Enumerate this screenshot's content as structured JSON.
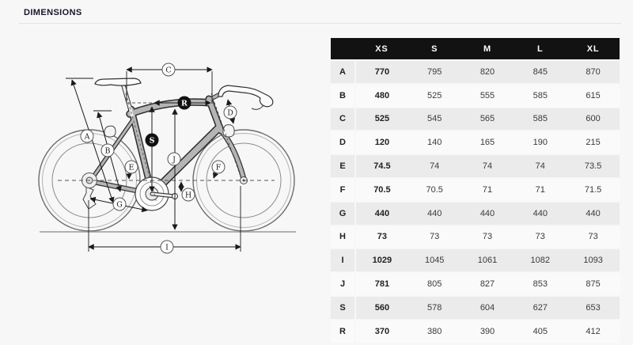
{
  "page": {
    "title": "DIMENSIONS"
  },
  "diagram": {
    "labels": {
      "a": "A",
      "b": "B",
      "c": "C",
      "d": "D",
      "e": "E",
      "f": "F",
      "g": "G",
      "h": "H",
      "i": "I",
      "j": "J",
      "s": "S",
      "r": "R"
    }
  },
  "table": {
    "columns": [
      "XS",
      "S",
      "M",
      "L",
      "XL"
    ],
    "rows": [
      {
        "label": "A",
        "values": [
          "770",
          "795",
          "820",
          "845",
          "870"
        ]
      },
      {
        "label": "B",
        "values": [
          "480",
          "525",
          "555",
          "585",
          "615"
        ]
      },
      {
        "label": "C",
        "values": [
          "525",
          "545",
          "565",
          "585",
          "600"
        ]
      },
      {
        "label": "D",
        "values": [
          "120",
          "140",
          "165",
          "190",
          "215"
        ]
      },
      {
        "label": "E",
        "values": [
          "74.5",
          "74",
          "74",
          "74",
          "73.5"
        ]
      },
      {
        "label": "F",
        "values": [
          "70.5",
          "70.5",
          "71",
          "71",
          "71.5"
        ]
      },
      {
        "label": "G",
        "values": [
          "440",
          "440",
          "440",
          "440",
          "440"
        ]
      },
      {
        "label": "H",
        "values": [
          "73",
          "73",
          "73",
          "73",
          "73"
        ]
      },
      {
        "label": "I",
        "values": [
          "1029",
          "1045",
          "1061",
          "1082",
          "1093"
        ]
      },
      {
        "label": "J",
        "values": [
          "781",
          "805",
          "827",
          "853",
          "875"
        ]
      },
      {
        "label": "S",
        "values": [
          "560",
          "578",
          "604",
          "627",
          "653"
        ]
      },
      {
        "label": "R",
        "values": [
          "370",
          "380",
          "390",
          "405",
          "412"
        ]
      }
    ],
    "colors": {
      "header_bg": "#121212",
      "header_text": "#ffffff",
      "stripe_row": "#ebebeb",
      "plain_row": "#fafafa",
      "frame_fill": "#b5b5b5"
    }
  }
}
